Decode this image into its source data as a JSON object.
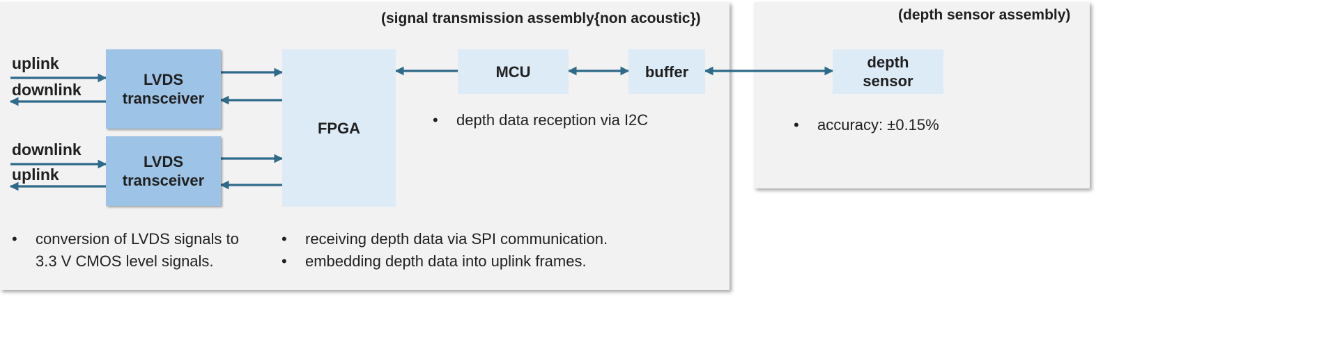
{
  "panels": {
    "signal_assembly": {
      "title": "(signal transmission assembly{non acoustic})"
    },
    "depth_assembly": {
      "title": "(depth sensor assembly)"
    }
  },
  "blocks": {
    "lvds_top": {
      "label": "LVDS\ntransceiver"
    },
    "lvds_bottom": {
      "label": "LVDS\ntransceiver"
    },
    "fpga": {
      "label": "FPGA"
    },
    "mcu": {
      "label": "MCU"
    },
    "buffer": {
      "label": "buffer"
    },
    "depth_sensor": {
      "label": "depth\nsensor"
    }
  },
  "signals": {
    "top_in": "uplink",
    "top_out": "downlink",
    "bottom_in": "downlink",
    "bottom_out": "uplink"
  },
  "notes": {
    "bullet": "•",
    "lvds": [
      "conversion of LVDS signals to",
      "3.3 V CMOS level signals."
    ],
    "fpga": [
      "receiving depth data via SPI communication.",
      "embedding depth data into uplink frames."
    ],
    "mcu": [
      "depth data reception via I2C"
    ],
    "sensor": [
      "accuracy: ±0.15%"
    ]
  },
  "colors": {
    "arrow": "#2e6a8a",
    "block_dark": "#9dc3e6",
    "block_light": "#ddebf7",
    "panel": "#f2f2f2"
  }
}
